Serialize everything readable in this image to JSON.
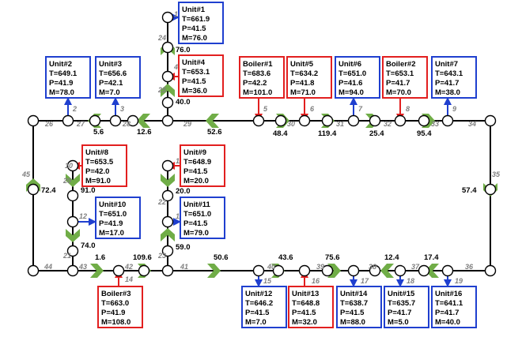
{
  "colors": {
    "unit_border": "#1f3fcf",
    "boiler_border": "#e21f1f",
    "unit_arrow": "#1f3fcf",
    "boiler_arrow": "#e21f1f",
    "flow_arrow": "#70ad47",
    "pipe": "#000000",
    "node_label": "#7f7f7f"
  },
  "nodes": [
    {
      "id": "1",
      "label": "1"
    },
    {
      "id": "2",
      "label": "2"
    },
    {
      "id": "3",
      "label": "3"
    },
    {
      "id": "4",
      "label": "4"
    },
    {
      "id": "5",
      "label": "5"
    },
    {
      "id": "6",
      "label": "6"
    },
    {
      "id": "7",
      "label": "7"
    },
    {
      "id": "8",
      "label": "8"
    },
    {
      "id": "9",
      "label": "9"
    },
    {
      "id": "10",
      "label": "10"
    },
    {
      "id": "11",
      "label": "11"
    },
    {
      "id": "12",
      "label": "12"
    },
    {
      "id": "13",
      "label": "13"
    },
    {
      "id": "14",
      "label": "14"
    },
    {
      "id": "15",
      "label": "15"
    },
    {
      "id": "16",
      "label": "16"
    },
    {
      "id": "17",
      "label": "17"
    },
    {
      "id": "18",
      "label": "18"
    },
    {
      "id": "19",
      "label": "19"
    },
    {
      "id": "20",
      "label": "20"
    },
    {
      "id": "21",
      "label": "21"
    },
    {
      "id": "22",
      "label": "22"
    },
    {
      "id": "23",
      "label": "23"
    },
    {
      "id": "24",
      "label": "24"
    },
    {
      "id": "25",
      "label": "25"
    },
    {
      "id": "26",
      "label": "26"
    },
    {
      "id": "27",
      "label": "27"
    },
    {
      "id": "28",
      "label": "28"
    },
    {
      "id": "29",
      "label": "29"
    },
    {
      "id": "30",
      "label": "30"
    },
    {
      "id": "31",
      "label": "31"
    },
    {
      "id": "32",
      "label": "32"
    },
    {
      "id": "33",
      "label": "33"
    },
    {
      "id": "34",
      "label": "34"
    },
    {
      "id": "35",
      "label": "35"
    },
    {
      "id": "36",
      "label": "36"
    },
    {
      "id": "37",
      "label": "37"
    },
    {
      "id": "38",
      "label": "38"
    },
    {
      "id": "39",
      "label": "39"
    },
    {
      "id": "40",
      "label": "40"
    },
    {
      "id": "41",
      "label": "41"
    },
    {
      "id": "42",
      "label": "42"
    },
    {
      "id": "43",
      "label": "43"
    },
    {
      "id": "44",
      "label": "44"
    },
    {
      "id": "45",
      "label": "45"
    }
  ],
  "flows": [
    {
      "id": "f76",
      "value": "76.0",
      "dir": "up"
    },
    {
      "id": "f40",
      "value": "40.0",
      "dir": "up"
    },
    {
      "id": "f5_6",
      "value": "5.6",
      "dir": "left"
    },
    {
      "id": "f12_6",
      "value": "12.6",
      "dir": "left"
    },
    {
      "id": "f52_6",
      "value": "52.6",
      "dir": "left"
    },
    {
      "id": "f48_4",
      "value": "48.4",
      "dir": "right"
    },
    {
      "id": "f119_4",
      "value": "119.4",
      "dir": "right"
    },
    {
      "id": "f25_4",
      "value": "25.4",
      "dir": "right"
    },
    {
      "id": "f95_4",
      "value": "95.4",
      "dir": "right"
    },
    {
      "id": "f72_4",
      "value": "72.4",
      "dir": "up"
    },
    {
      "id": "f91",
      "value": "91.0",
      "dir": "down"
    },
    {
      "id": "f74",
      "value": "74.0",
      "dir": "down"
    },
    {
      "id": "f20",
      "value": "20.0",
      "dir": "down"
    },
    {
      "id": "f59",
      "value": "59.0",
      "dir": "up"
    },
    {
      "id": "f57_4",
      "value": "57.4",
      "dir": "down"
    },
    {
      "id": "f1_6",
      "value": "1.6",
      "dir": "right"
    },
    {
      "id": "f109_6",
      "value": "109.6",
      "dir": "right"
    },
    {
      "id": "f50_6",
      "value": "50.6",
      "dir": "right"
    },
    {
      "id": "f43_6",
      "value": "43.6",
      "dir": "right"
    },
    {
      "id": "f75_6",
      "value": "75.6",
      "dir": "right"
    },
    {
      "id": "f12_4",
      "value": "12.4",
      "dir": "left"
    },
    {
      "id": "f17_4",
      "value": "17.4",
      "dir": "left"
    }
  ],
  "units": [
    {
      "id": "unit1",
      "kind": "unit",
      "name": "Unit#1",
      "T": "T=661.9",
      "P": "P=41.5",
      "M": "M=76.0"
    },
    {
      "id": "unit4",
      "kind": "boiler",
      "name": "Unit#4",
      "T": "T=653.1",
      "P": "P=41.5",
      "M": "M=36.0"
    },
    {
      "id": "unit2",
      "kind": "unit",
      "name": "Unit#2",
      "T": "T=649.1",
      "P": "P=41.9",
      "M": "M=78.0"
    },
    {
      "id": "unit3",
      "kind": "unit",
      "name": "Unit#3",
      "T": "T=656.6",
      "P": "P=42.1",
      "M": "M=7.0"
    },
    {
      "id": "boiler1",
      "kind": "boiler",
      "name": "Boiler#1",
      "T": "T=683.6",
      "P": "P=42.2",
      "M": "M=101.0"
    },
    {
      "id": "unit5",
      "kind": "boiler",
      "name": "Unit#5",
      "T": "T=634.2",
      "P": "P=41.8",
      "M": "M=71.0"
    },
    {
      "id": "unit6",
      "kind": "unit",
      "name": "Unit#6",
      "T": "T=651.0",
      "P": "P=41.6",
      "M": "M=94.0"
    },
    {
      "id": "boiler2",
      "kind": "boiler",
      "name": "Boiler#2",
      "T": "T=653.1",
      "P": "P=41.7",
      "M": "M=70.0"
    },
    {
      "id": "unit7",
      "kind": "unit",
      "name": "Unit#7",
      "T": "T=643.1",
      "P": "P=41.7",
      "M": "M=38.0"
    },
    {
      "id": "unit8",
      "kind": "boiler",
      "name": "Unit#8",
      "T": "T=653.5",
      "P": "P=42.0",
      "M": "M=91.0"
    },
    {
      "id": "unit9",
      "kind": "boiler",
      "name": "Unit#9",
      "T": "T=648.9",
      "P": "P=41.5",
      "M": "M=20.0"
    },
    {
      "id": "unit10",
      "kind": "unit",
      "name": "Unit#10",
      "T": "T=651.0",
      "P": "P=41.9",
      "M": "M=17.0"
    },
    {
      "id": "unit11",
      "kind": "unit",
      "name": "Unit#11",
      "T": "T=651.0",
      "P": "P=41.5",
      "M": "M=79.0"
    },
    {
      "id": "boiler3",
      "kind": "boiler",
      "name": "Boiler#3",
      "T": "T=663.0",
      "P": "P=41.9",
      "M": "M=108.0"
    },
    {
      "id": "unit12",
      "kind": "unit",
      "name": "Unit#12",
      "T": "T=646.2",
      "P": "P=41.5",
      "M": "M=7.0"
    },
    {
      "id": "unit13",
      "kind": "boiler",
      "name": "Unit#13",
      "T": "T=648.8",
      "P": "P=41.5",
      "M": "M=32.0"
    },
    {
      "id": "unit14",
      "kind": "unit",
      "name": "Unit#14",
      "T": "T=638.7",
      "P": "P=41.5",
      "M": "M=88.0"
    },
    {
      "id": "unit15",
      "kind": "unit",
      "name": "Unit#15",
      "T": "T=635.7",
      "P": "P=41.7",
      "M": "M=5.0"
    },
    {
      "id": "unit16",
      "kind": "unit",
      "name": "Unit#16",
      "T": "T=641.1",
      "P": "P=41.7",
      "M": "M=40.0"
    }
  ]
}
